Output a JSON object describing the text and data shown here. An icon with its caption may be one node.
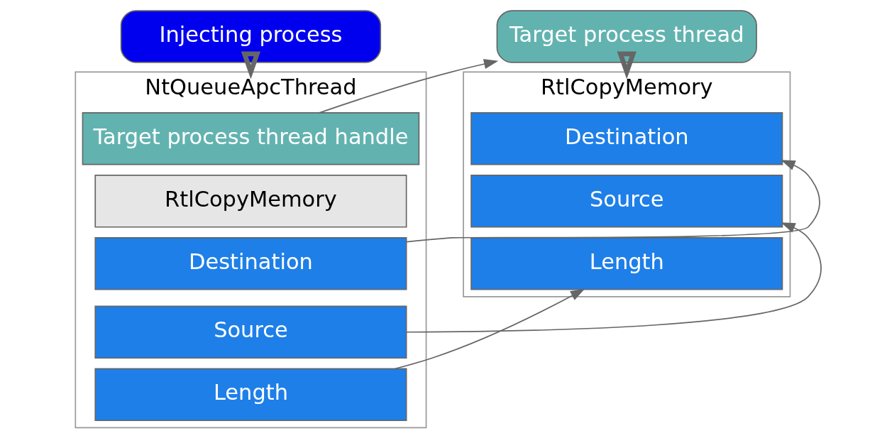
{
  "diagram": {
    "nodes": [
      {
        "text": [
          "Injecting process"
        ]
      },
      {
        "text": [
          "NtQueueApcThread"
        ]
      },
      {
        "text": [
          "Target process thread handle"
        ],
        "in": 1
      },
      {
        "text": [
          "RtlCopyMemory"
        ],
        "in": 1
      },
      {
        "text": [
          "Destination"
        ],
        "in": 1
      },
      {
        "text": [
          "Source"
        ],
        "in": 1
      },
      {
        "text": [
          "Length"
        ],
        "in": 1
      },
      {
        "text": [
          "Target process thread"
        ]
      },
      {
        "text": [
          "RtlCopyMemory"
        ]
      },
      {
        "text": [
          "Destination"
        ],
        "in": 8
      },
      {
        "text": [
          "Source"
        ],
        "in": 8
      },
      {
        "text": [
          "Length"
        ],
        "in": 8
      }
    ],
    "edges": [
      {
        "from": 0,
        "to": 1,
        "arrow": "to",
        "style": "thick"
      },
      {
        "from": 2,
        "to": 7,
        "arrow": "to"
      },
      {
        "from": 7,
        "to": 8,
        "arrow": "to",
        "style": "thick"
      },
      {
        "from": 4,
        "to": 9,
        "arrow": "to"
      },
      {
        "from": 5,
        "to": 10,
        "arrow": "to"
      },
      {
        "from": 6,
        "to": 11,
        "arrow": "to"
      }
    ]
  }
}
